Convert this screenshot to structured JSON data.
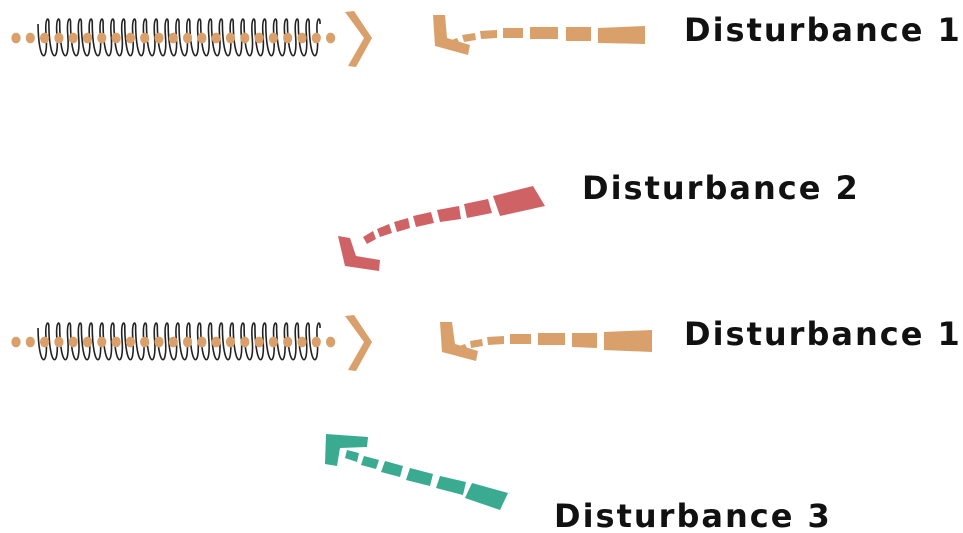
{
  "labels": {
    "disturbance_1_top": "Disturbance 1",
    "disturbance_2": "Disturbance 2",
    "disturbance_1_bottom": "Disturbance 1",
    "disturbance_3": "Disturbance 3"
  },
  "colors": {
    "disturbance_1": "#d9a06b",
    "disturbance_2": "#cf6265",
    "disturbance_3": "#3aaa90",
    "spring_coil": "#222222",
    "spring_dots": "#d9a06b",
    "text": "#111111"
  }
}
